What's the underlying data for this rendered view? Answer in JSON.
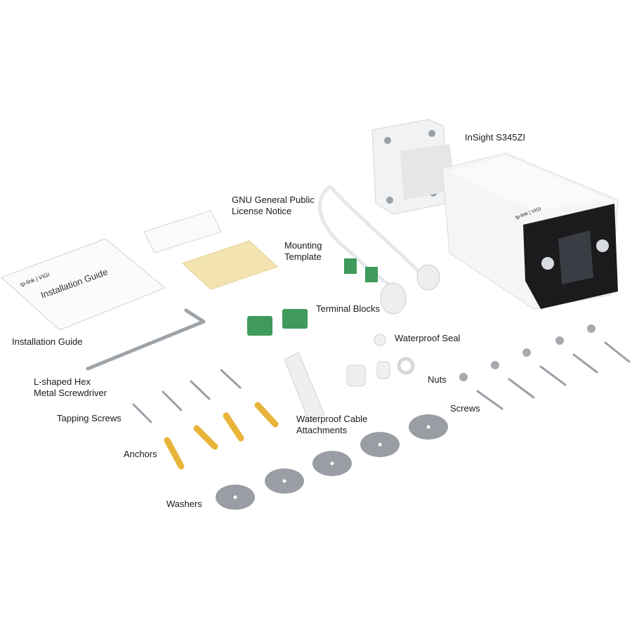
{
  "labels": {
    "camera": "InSight S345ZI",
    "gpl_line1": "GNU General Public",
    "gpl_line2": "License Notice",
    "template_line1": "Mounting",
    "template_line2": "Template",
    "terminal_blocks": "Terminal Blocks",
    "waterproof_seal": "Waterproof Seal",
    "installation_guide": "Installation Guide",
    "screwdriver_line1": "L-shaped Hex",
    "screwdriver_line2": "Metal Screwdriver",
    "nuts": "Nuts",
    "tapping_screws": "Tapping Screws",
    "screws": "Screws",
    "cable_attach_line1": "Waterproof Cable",
    "cable_attach_line2": "Attachments",
    "anchors": "Anchors",
    "washers": "Washers"
  },
  "guide_cover": {
    "brand": "tp-link | VIGI",
    "title": "Installation Guide"
  },
  "camera_brand": "tp-link | VIGI",
  "colors": {
    "camera_body": "#f4f5f6",
    "camera_face": "#1b1b1d",
    "template": "#f3e3b0",
    "terminal": "#3f9a5c",
    "anchor": "#e9b43a",
    "washer": "#9a9ea4"
  }
}
